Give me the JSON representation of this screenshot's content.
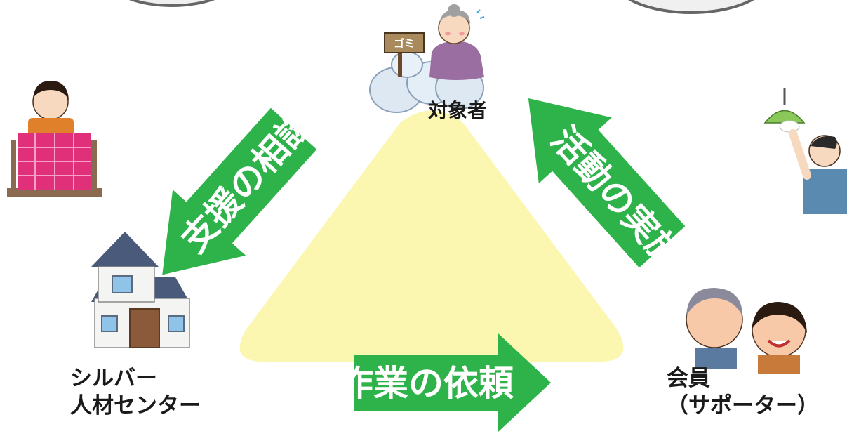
{
  "nodes": {
    "target": {
      "label": "対象者"
    },
    "center": {
      "label_line1": "シルバー",
      "label_line2": "人材センター"
    },
    "member": {
      "label_line1": "会員",
      "label_line2": "（サポーター）"
    }
  },
  "arrows": {
    "consult": {
      "label": "支援の相談"
    },
    "request": {
      "label": "作業の依頼"
    },
    "activity": {
      "label": "活動の実施"
    }
  },
  "signs": {
    "garbage": "ゴミ"
  },
  "colors": {
    "triangle": "#fbf6b0",
    "arrow": "#2db34a",
    "arrow_text": "#ffffff"
  },
  "icons": [
    "elderly-woman-icon",
    "garbage-bags-icon",
    "house-icon",
    "woman-quilting-icon",
    "man-changing-lamp-icon",
    "senior-couple-icon"
  ]
}
